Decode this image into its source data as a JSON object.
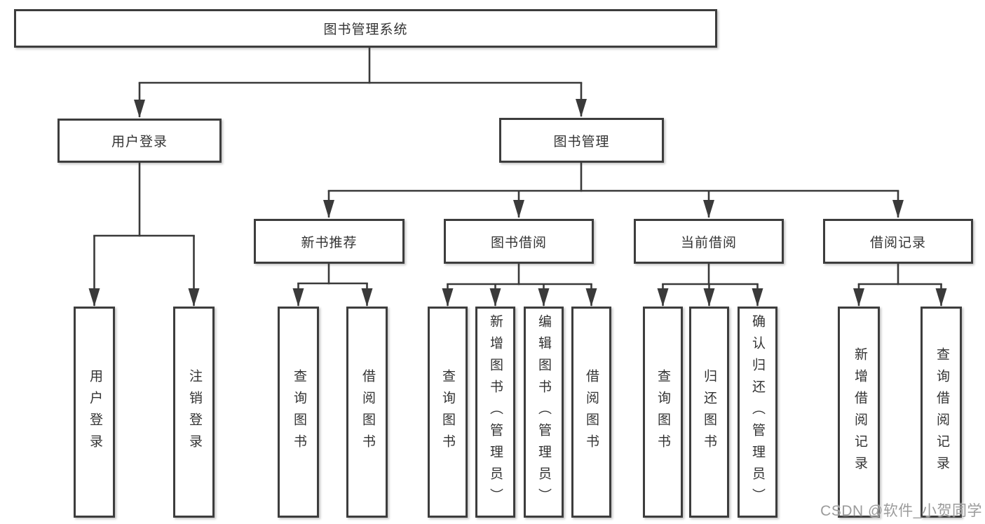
{
  "watermark": {
    "text": "CSDN @软件_小贺同学"
  },
  "colors": {
    "background": "#ffffff",
    "line": "#3a3a3a",
    "box_border": "#3d3d3d",
    "box_fill": "#ffffff",
    "text": "#333333",
    "watermark": "#9b9b9b"
  },
  "tree": {
    "root": {
      "label": "图书管理系统"
    },
    "branches": [
      {
        "label": "用户登录",
        "children": [
          {
            "label": "用户登录"
          },
          {
            "label": "注销登录"
          }
        ]
      },
      {
        "label": "图书管理",
        "children": [
          {
            "label": "新书推荐",
            "children": [
              {
                "label": "查询图书"
              },
              {
                "label": "借阅图书"
              }
            ]
          },
          {
            "label": "图书借阅",
            "children": [
              {
                "label": "查询图书"
              },
              {
                "label": "新增图书（管理员）"
              },
              {
                "label": "编辑图书（管理员）"
              },
              {
                "label": "借阅图书"
              }
            ]
          },
          {
            "label": "当前借阅",
            "children": [
              {
                "label": "查询图书"
              },
              {
                "label": "归还图书"
              },
              {
                "label": "确认归还（管理员）"
              }
            ]
          },
          {
            "label": "借阅记录",
            "children": [
              {
                "label": "新增借阅记录"
              },
              {
                "label": "查询借阅记录"
              }
            ]
          }
        ]
      }
    ]
  }
}
